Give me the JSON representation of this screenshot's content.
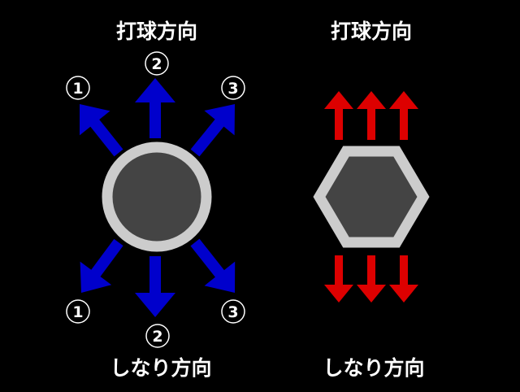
{
  "left": {
    "top_label": "打球方向",
    "bottom_label": "しなり方向",
    "shape": "circle",
    "numbers": [
      "1",
      "2",
      "3",
      "1",
      "2",
      "3"
    ]
  },
  "right": {
    "top_label": "打球方向",
    "bottom_label": "しなり方向",
    "shape": "hexagon"
  },
  "colors": {
    "blue_arrow": "#0000cc",
    "red_arrow": "#dd0000",
    "ring": "#cccccc",
    "core": "#444444",
    "background": "#000000"
  }
}
